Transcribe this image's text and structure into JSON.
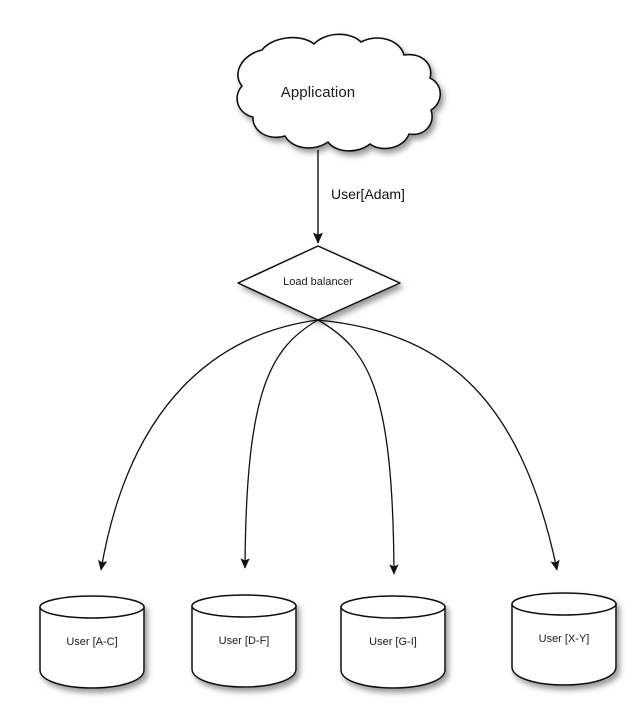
{
  "diagram": {
    "title_node": {
      "name": "application-cloud",
      "label": "Application",
      "shape": "cloud"
    },
    "edge_from_cloud": {
      "label": "User[Adam]"
    },
    "load_balancer": {
      "name": "load-balancer-diamond",
      "label": "Load balancer",
      "shape": "diamond"
    },
    "databases": [
      {
        "label": "User [A-C]",
        "shape": "cylinder"
      },
      {
        "label": "User [D-F]",
        "shape": "cylinder"
      },
      {
        "label": "User [G-I]",
        "shape": "cylinder"
      },
      {
        "label": "User [X-Y]",
        "shape": "cylinder"
      }
    ],
    "colors": {
      "stroke": "#1a1a1a",
      "fill": "#ffffff",
      "text": "#1a1a1a",
      "background": "#ffffff",
      "shadow": "#999999"
    }
  }
}
